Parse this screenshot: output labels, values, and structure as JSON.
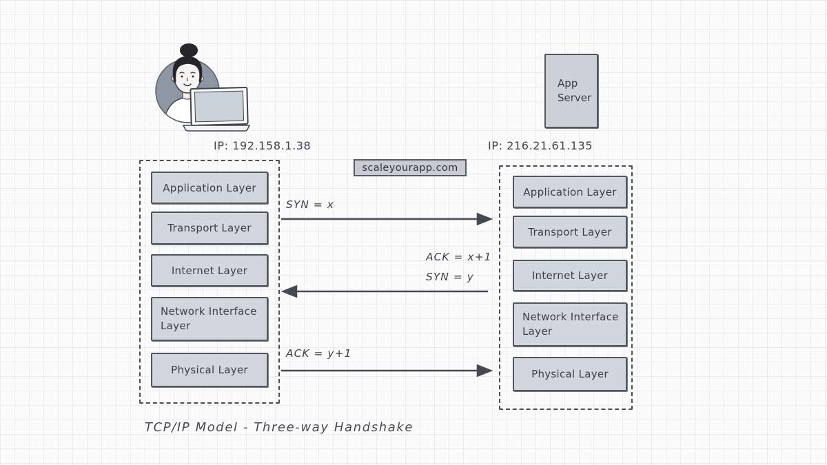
{
  "diagram": {
    "caption": "TCP/IP Model - Three-way Handshake",
    "watermark": "scaleyourapp.com",
    "client": {
      "ip": "IP: 192.158.1.38",
      "illustration": "woman-at-laptop"
    },
    "server": {
      "name_line1": "App",
      "name_line2": "Server",
      "ip": "IP: 216.21.61.135"
    },
    "layers_left": [
      "Application Layer",
      "Transport Layer",
      "Internet Layer",
      "Network Interface Layer",
      "Physical Layer"
    ],
    "layers_right": [
      "Application Layer",
      "Transport Layer",
      "Internet Layer",
      "Network Interface Layer",
      "Physical Layer"
    ],
    "messages": {
      "syn": "SYN = x",
      "ack_syn_line1": "ACK = x+1",
      "ack_syn_line2": "SYN = y",
      "ack": "ACK = y+1"
    }
  },
  "colors": {
    "background": "#fbfbfc",
    "grid_line": "#ececef",
    "box_fill": "#d2d7de",
    "box_border": "#50565f",
    "dashed_border": "#494f57",
    "arrow": "#454a52",
    "text": "#43474e",
    "avatar_circle": "#8e97a3",
    "hair": "#26262a"
  }
}
